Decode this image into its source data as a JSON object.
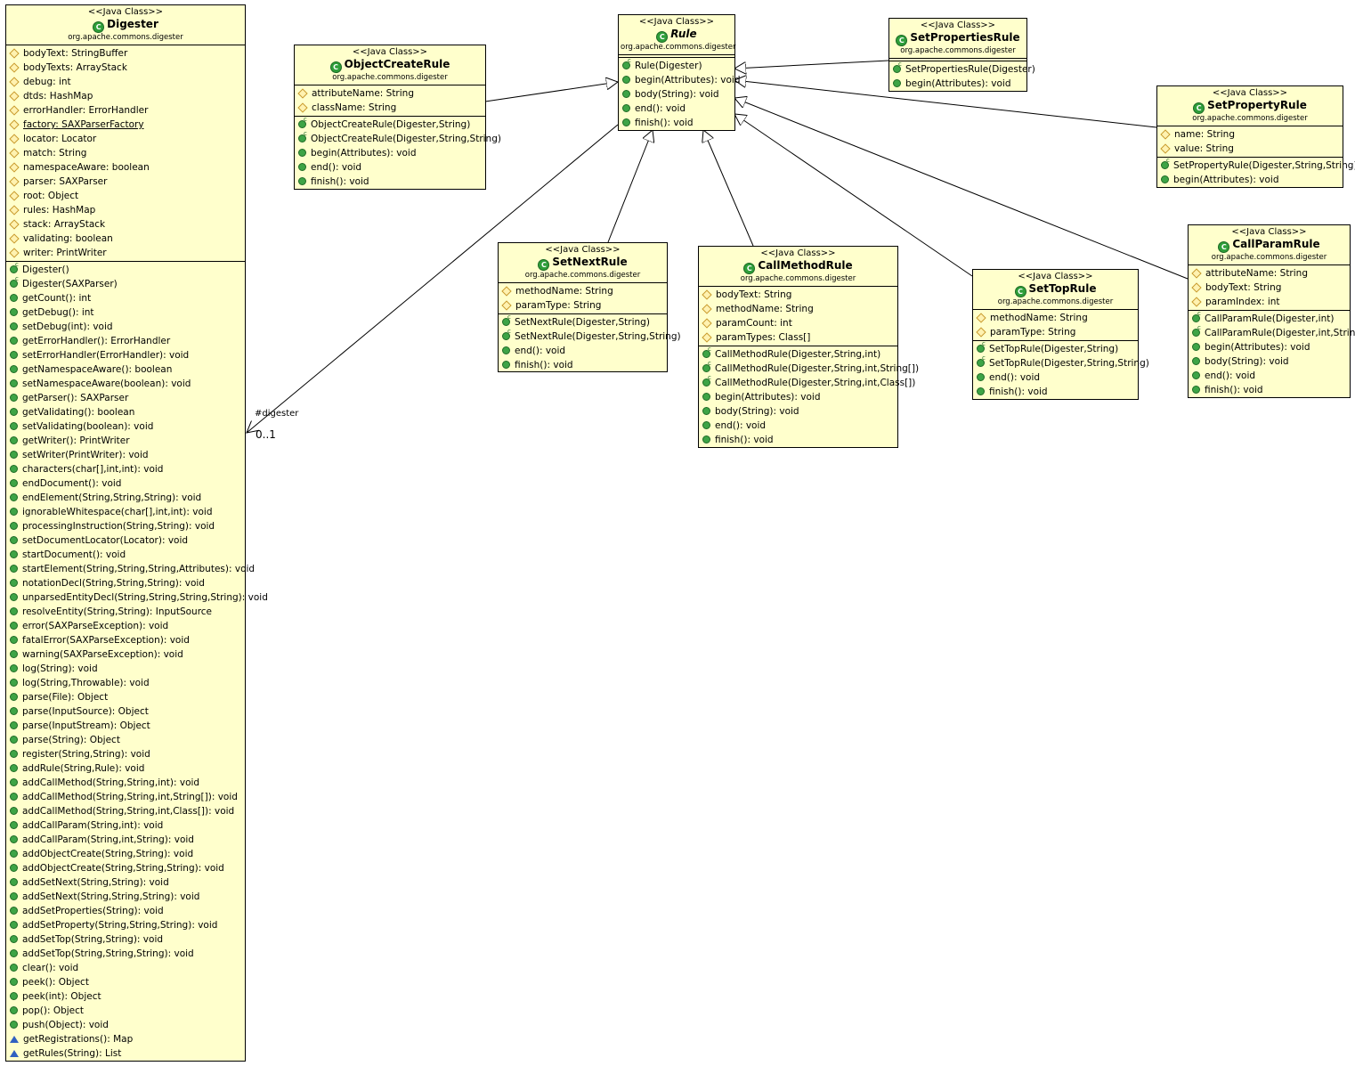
{
  "association": {
    "role": "#digester",
    "multiplicity": "0..1"
  },
  "classes": {
    "digester": {
      "stereotype": "<<Java Class>>",
      "name": "Digester",
      "package": "org.apache.commons.digester",
      "attributes": [
        "bodyText: StringBuffer",
        "bodyTexts: ArrayStack",
        "debug: int",
        "dtds: HashMap",
        "errorHandler: ErrorHandler",
        "factory: SAXParserFactory",
        "locator: Locator",
        "match: String",
        "namespaceAware: boolean",
        "parser: SAXParser",
        "root: Object",
        "rules: HashMap",
        "stack: ArrayStack",
        "validating: boolean",
        "writer: PrintWriter"
      ],
      "methods": [
        "Digester()",
        "Digester(SAXParser)",
        "getCount(): int",
        "getDebug(): int",
        "setDebug(int): void",
        "getErrorHandler(): ErrorHandler",
        "setErrorHandler(ErrorHandler): void",
        "getNamespaceAware(): boolean",
        "setNamespaceAware(boolean): void",
        "getParser(): SAXParser",
        "getValidating(): boolean",
        "setValidating(boolean): void",
        "getWriter(): PrintWriter",
        "setWriter(PrintWriter): void",
        "characters(char[],int,int): void",
        "endDocument(): void",
        "endElement(String,String,String): void",
        "ignorableWhitespace(char[],int,int): void",
        "processingInstruction(String,String): void",
        "setDocumentLocator(Locator): void",
        "startDocument(): void",
        "startElement(String,String,String,Attributes): void",
        "notationDecl(String,String,String): void",
        "unparsedEntityDecl(String,String,String,String): void",
        "resolveEntity(String,String): InputSource",
        "error(SAXParseException): void",
        "fatalError(SAXParseException): void",
        "warning(SAXParseException): void",
        "log(String): void",
        "log(String,Throwable): void",
        "parse(File): Object",
        "parse(InputSource): Object",
        "parse(InputStream): Object",
        "parse(String): Object",
        "register(String,String): void",
        "addRule(String,Rule): void",
        "addCallMethod(String,String,int): void",
        "addCallMethod(String,String,int,String[]): void",
        "addCallMethod(String,String,int,Class[]): void",
        "addCallParam(String,int): void",
        "addCallParam(String,int,String): void",
        "addObjectCreate(String,String): void",
        "addObjectCreate(String,String,String): void",
        "addSetNext(String,String): void",
        "addSetNext(String,String,String): void",
        "addSetProperties(String): void",
        "addSetProperty(String,String,String): void",
        "addSetTop(String,String): void",
        "addSetTop(String,String,String): void",
        "clear(): void",
        "peek(): Object",
        "peek(int): Object",
        "pop(): Object",
        "push(Object): void",
        "getRegistrations(): Map",
        "getRules(String): List"
      ]
    },
    "object_create_rule": {
      "stereotype": "<<Java Class>>",
      "name": "ObjectCreateRule",
      "package": "org.apache.commons.digester",
      "attributes": [
        "attributeName: String",
        "className: String"
      ],
      "methods": [
        "ObjectCreateRule(Digester,String)",
        "ObjectCreateRule(Digester,String,String)",
        "begin(Attributes): void",
        "end(): void",
        "finish(): void"
      ]
    },
    "rule": {
      "stereotype": "<<Java Class>>",
      "name": "Rule",
      "package": "org.apache.commons.digester",
      "methods": [
        "Rule(Digester)",
        "begin(Attributes): void",
        "body(String): void",
        "end(): void",
        "finish(): void"
      ]
    },
    "set_properties_rule": {
      "stereotype": "<<Java Class>>",
      "name": "SetPropertiesRule",
      "package": "org.apache.commons.digester",
      "methods": [
        "SetPropertiesRule(Digester)",
        "begin(Attributes): void"
      ]
    },
    "set_property_rule": {
      "stereotype": "<<Java Class>>",
      "name": "SetPropertyRule",
      "package": "org.apache.commons.digester",
      "attributes": [
        "name: String",
        "value: String"
      ],
      "methods": [
        "SetPropertyRule(Digester,String,String)",
        "begin(Attributes): void"
      ]
    },
    "set_next_rule": {
      "stereotype": "<<Java Class>>",
      "name": "SetNextRule",
      "package": "org.apache.commons.digester",
      "attributes": [
        "methodName: String",
        "paramType: String"
      ],
      "methods": [
        "SetNextRule(Digester,String)",
        "SetNextRule(Digester,String,String)",
        "end(): void",
        "finish(): void"
      ]
    },
    "call_method_rule": {
      "stereotype": "<<Java Class>>",
      "name": "CallMethodRule",
      "package": "org.apache.commons.digester",
      "attributes": [
        "bodyText: String",
        "methodName: String",
        "paramCount: int",
        "paramTypes: Class[]"
      ],
      "methods": [
        "CallMethodRule(Digester,String,int)",
        "CallMethodRule(Digester,String,int,String[])",
        "CallMethodRule(Digester,String,int,Class[])",
        "begin(Attributes): void",
        "body(String): void",
        "end(): void",
        "finish(): void"
      ]
    },
    "set_top_rule": {
      "stereotype": "<<Java Class>>",
      "name": "SetTopRule",
      "package": "org.apache.commons.digester",
      "attributes": [
        "methodName: String",
        "paramType: String"
      ],
      "methods": [
        "SetTopRule(Digester,String)",
        "SetTopRule(Digester,String,String)",
        "end(): void",
        "finish(): void"
      ]
    },
    "call_param_rule": {
      "stereotype": "<<Java Class>>",
      "name": "CallParamRule",
      "package": "org.apache.commons.digester",
      "attributes": [
        "attributeName: String",
        "bodyText: String",
        "paramIndex: int"
      ],
      "methods": [
        "CallParamRule(Digester,int)",
        "CallParamRule(Digester,int,String)",
        "begin(Attributes): void",
        "body(String): void",
        "end(): void",
        "finish(): void"
      ]
    }
  }
}
